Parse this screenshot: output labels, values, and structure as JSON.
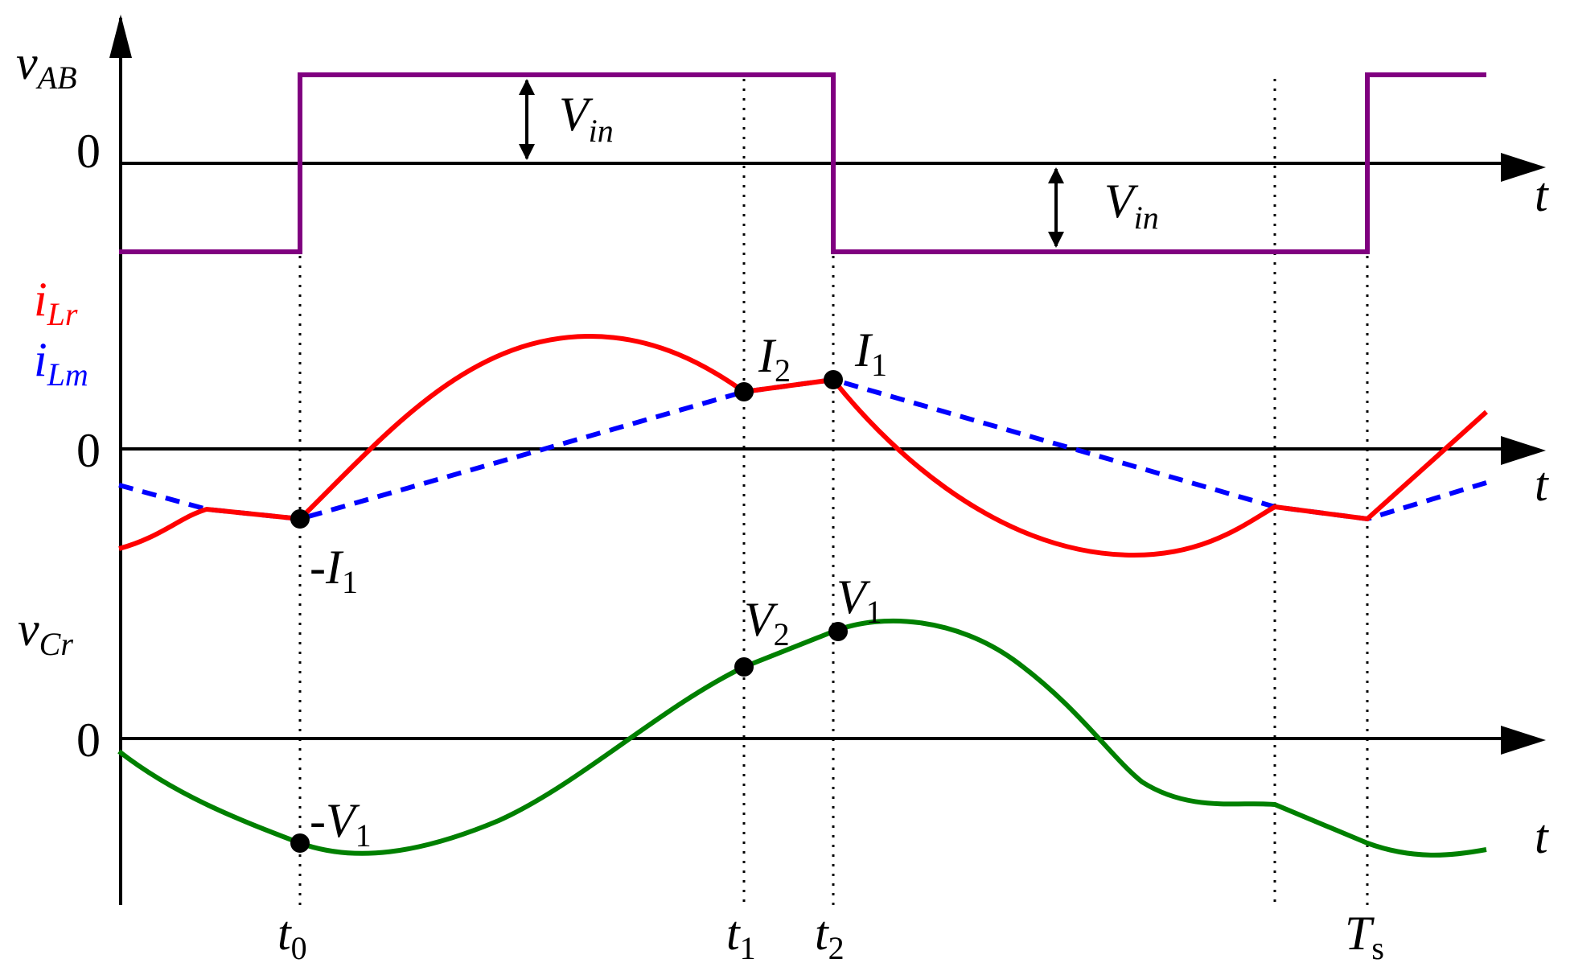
{
  "diagram": {
    "traces": {
      "vab": {
        "label": "v",
        "label_sub": "AB",
        "zero": "0",
        "axis_label": "t",
        "color": "#800080",
        "annotation_upper": {
          "text": "V",
          "sub": "in"
        },
        "annotation_lower": {
          "text": "V",
          "sub": "in"
        }
      },
      "ilr": {
        "label": "i",
        "label_sub": "Lr",
        "color": "#ff0000"
      },
      "ilm": {
        "label": "i",
        "label_sub": "Lm",
        "color": "#0000ff"
      },
      "currents": {
        "zero": "0",
        "axis_label": "t"
      },
      "vcr": {
        "label": "v",
        "label_sub": "Cr",
        "zero": "0",
        "axis_label": "t",
        "color": "#008000"
      }
    },
    "current_points": [
      {
        "text": "-I",
        "sub": "1"
      },
      {
        "text": "I",
        "sub": "2"
      },
      {
        "text": "I",
        "sub": "1"
      }
    ],
    "voltage_points": [
      {
        "text": "-V",
        "sub": "1"
      },
      {
        "text": "V",
        "sub": "2"
      },
      {
        "text": "V",
        "sub": "1"
      }
    ],
    "time_marks": [
      {
        "text": "t",
        "sub": "0"
      },
      {
        "text": "t",
        "sub": "1"
      },
      {
        "text": "t",
        "sub": "2"
      },
      {
        "text": "T",
        "sub": "s"
      }
    ]
  }
}
